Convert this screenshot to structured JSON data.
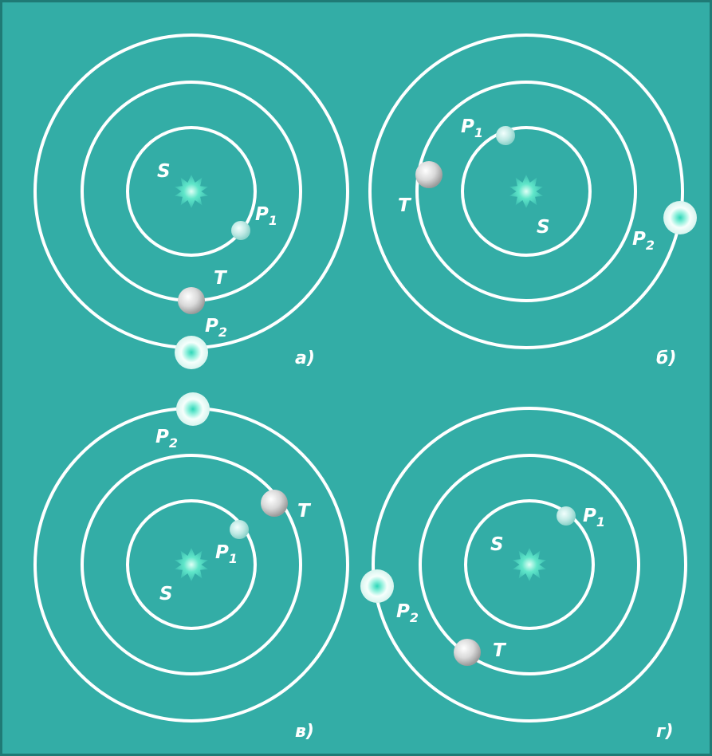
{
  "colors": {
    "background": "#33ada6",
    "frame": "#1f7a75",
    "orbit": "#ffffff",
    "sun": "#55e8cc",
    "planet_p1": "#c8ecea",
    "planet_p2": "#e8fbf7",
    "planet_t": "#d6d6d6",
    "label": "#ffffff"
  },
  "labels": {
    "sun": "S",
    "earth": "T",
    "p1": "P",
    "p1_sub": "1",
    "p2": "P",
    "p2_sub": "2"
  },
  "panels": [
    {
      "id": "a",
      "caption": "а)"
    },
    {
      "id": "b",
      "caption": "б)"
    },
    {
      "id": "c",
      "caption": "в)"
    },
    {
      "id": "d",
      "caption": "г)"
    }
  ]
}
